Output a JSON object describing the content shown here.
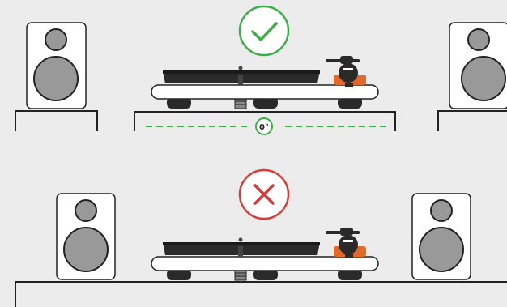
{
  "diagram": {
    "correct_setup": {
      "status": "correct",
      "level_badge": "0°",
      "colors": {
        "status": "#3fae4a",
        "level_line": "#3fae4a"
      }
    },
    "incorrect_setup": {
      "status": "incorrect",
      "colors": {
        "status": "#d93a3a"
      }
    },
    "icons": [
      "check-icon",
      "cross-icon",
      "speaker-icon",
      "turntable-icon",
      "tonearm-icon"
    ],
    "colors": {
      "background": "#ececec",
      "outline": "#222222",
      "speaker_body": "#ffffff",
      "speaker_driver": "#999999",
      "platter": "#2a2a2a",
      "plinth": "#ffffff",
      "cartridge": "#e06a2c"
    }
  }
}
